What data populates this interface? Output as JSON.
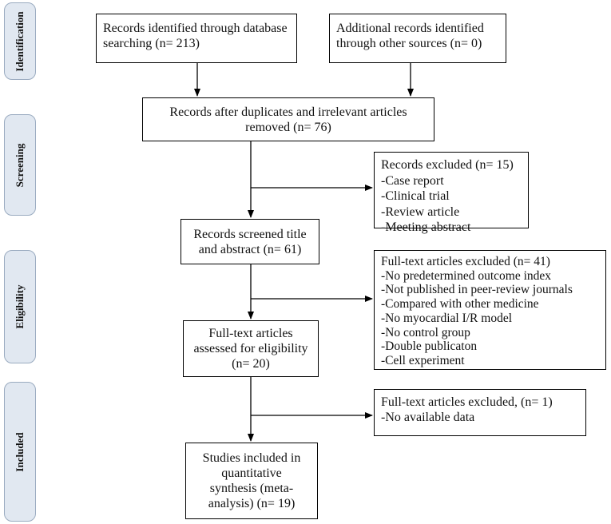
{
  "stages": [
    {
      "id": "identification",
      "label": "Identification"
    },
    {
      "id": "screening",
      "label": "Screening"
    },
    {
      "id": "eligibility",
      "label": "Eligibility"
    },
    {
      "id": "included",
      "label": "Included"
    }
  ],
  "boxes": {
    "database": [
      "Records identified through database",
      "searching (n= 213)"
    ],
    "other_sources": [
      "Additional records identified",
      "through other sources (n= 0)"
    ],
    "after_duplicates": [
      "Records after duplicates and irrelevant articles",
      "removed  (n= 76)"
    ],
    "excluded_screening": {
      "title": "Records excluded (n= 15)",
      "items": [
        "-Case report",
        "-Clinical trial",
        "-Review article",
        "-Meeting  abstract"
      ]
    },
    "screened": [
      "Records screened title",
      "and abstract (n= 61)"
    ],
    "excluded_fulltext": {
      "title": "Full-text articles excluded (n= 41)",
      "items": [
        "-No predetermined outcome index",
        "-Not published in peer-review journals",
        "-Compared with other medicine",
        "-No myocardial I/R model",
        "-No control group",
        "-Double publicaton",
        "-Cell experiment"
      ]
    },
    "assessed": [
      "Full-text articles",
      "assessed for eligibility",
      "(n= 20)"
    ],
    "excluded_final": {
      "title": "Full-text articles excluded, (n= 1)",
      "items": [
        "-No available data"
      ]
    },
    "included": [
      "Studies included in",
      "quantitative",
      "synthesis (meta-",
      "analysis) (n= 19)"
    ]
  }
}
